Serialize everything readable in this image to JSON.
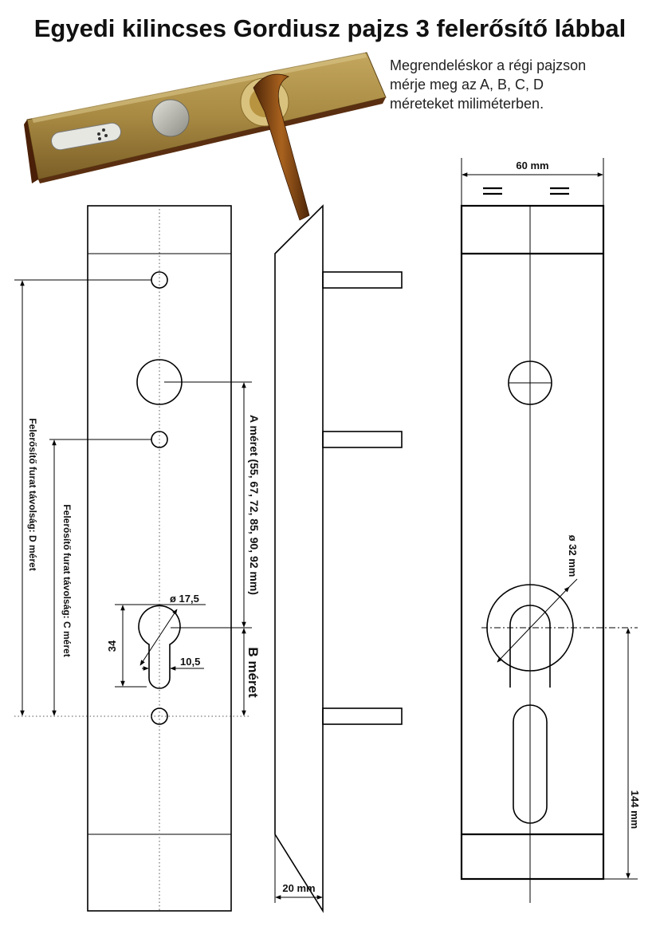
{
  "title": "Egyedi kilincses Gordiusz pajzs 3 felerősítő lábbal",
  "note": [
    "Megrendeléskor a régi pajzson",
    "mérje meg az A, B, C, D",
    "méreteket miliméterben."
  ],
  "labels": {
    "width_60": "60 mm",
    "depth_20": "20 mm",
    "dim_144": "144 mm",
    "dia_32": "ø 32 mm",
    "dia_17_5": "ø 17,5",
    "dim_34": "34",
    "dim_10_5": "10,5",
    "a_meret": "A méret (55, 67, 72, 85, 90, 92 mm)",
    "b_meret": "B méret",
    "c_meret": "Felerősítő furat távolság:  C méret",
    "d_meret": "Felerősítő furat távolság:  D méret"
  },
  "colors": {
    "plate_brass": "#8a6a28",
    "plate_dark": "#5a2e10",
    "handle_bronze": "#7a4414"
  }
}
